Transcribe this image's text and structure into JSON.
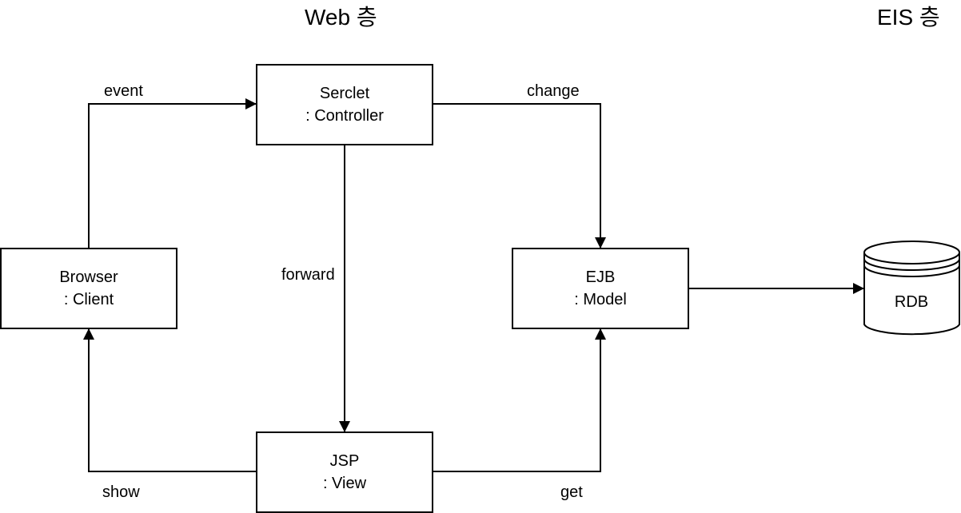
{
  "layers": {
    "web": "Web 층",
    "eis": "EIS 층"
  },
  "nodes": {
    "servlet": {
      "name": "Serclet",
      "role": ": Controller"
    },
    "browser": {
      "name": "Browser",
      "role": ": Client"
    },
    "ejb": {
      "name": "EJB",
      "role": ": Model"
    },
    "jsp": {
      "name": "JSP",
      "role": ": View"
    },
    "rdb": {
      "name": "RDB"
    }
  },
  "edges": {
    "event": "event",
    "change": "change",
    "forward": "forward",
    "show": "show",
    "get": "get"
  }
}
